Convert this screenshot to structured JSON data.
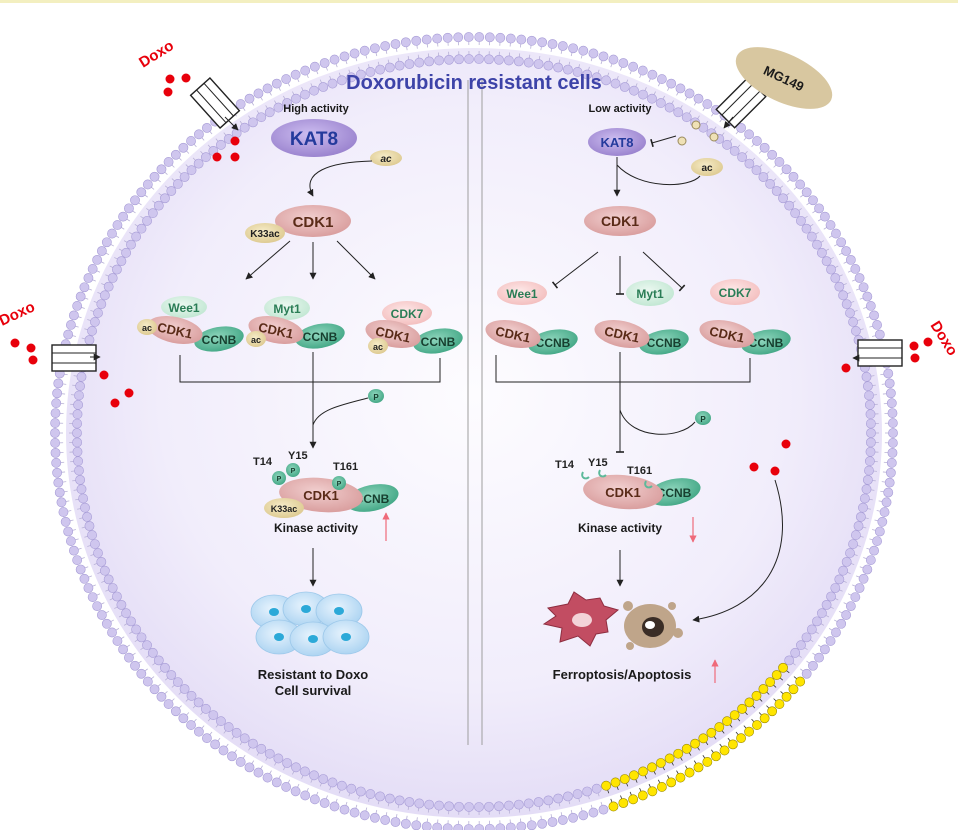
{
  "title": "Doxorubicin resistant cells",
  "drugs": {
    "doxo": "Doxo",
    "inhibitor": "MG149"
  },
  "left": {
    "activity": "High activity",
    "kat8": "KAT8",
    "ac": "ac",
    "cdk1": "CDK1",
    "k33ac": "K33ac",
    "kinases": [
      "Wee1",
      "Myt1",
      "CDK7"
    ],
    "ccnb": "CCNB",
    "p": "P",
    "sites": [
      "T14",
      "Y15",
      "T161"
    ],
    "kinase_activity": "Kinase activity",
    "outcome_line1": "Resistant to Doxo",
    "outcome_line2": "Cell survival"
  },
  "right": {
    "activity": "Low activity",
    "kat8": "KAT8",
    "ac": "ac",
    "cdk1": "CDK1",
    "kinases": [
      "Wee1",
      "Myt1",
      "CDK7"
    ],
    "ccnb": "CCNB",
    "p": "P",
    "sites": [
      "T14",
      "Y15",
      "T161"
    ],
    "kinase_activity": "Kinase activity",
    "outcome": "Ferroptosis/Apoptosis"
  },
  "colors": {
    "doxo_red": "#e8000b",
    "kat8_purple": "#b59ed9",
    "cdk1_pink": "#e6b4b4",
    "ccnb_green": "#5cb99a",
    "ac_tan": "#ead9a8",
    "up_arrow": "#ef6a7a",
    "lipid_head": "#cfc6ee",
    "highlight_lipid": "#ffe500"
  }
}
